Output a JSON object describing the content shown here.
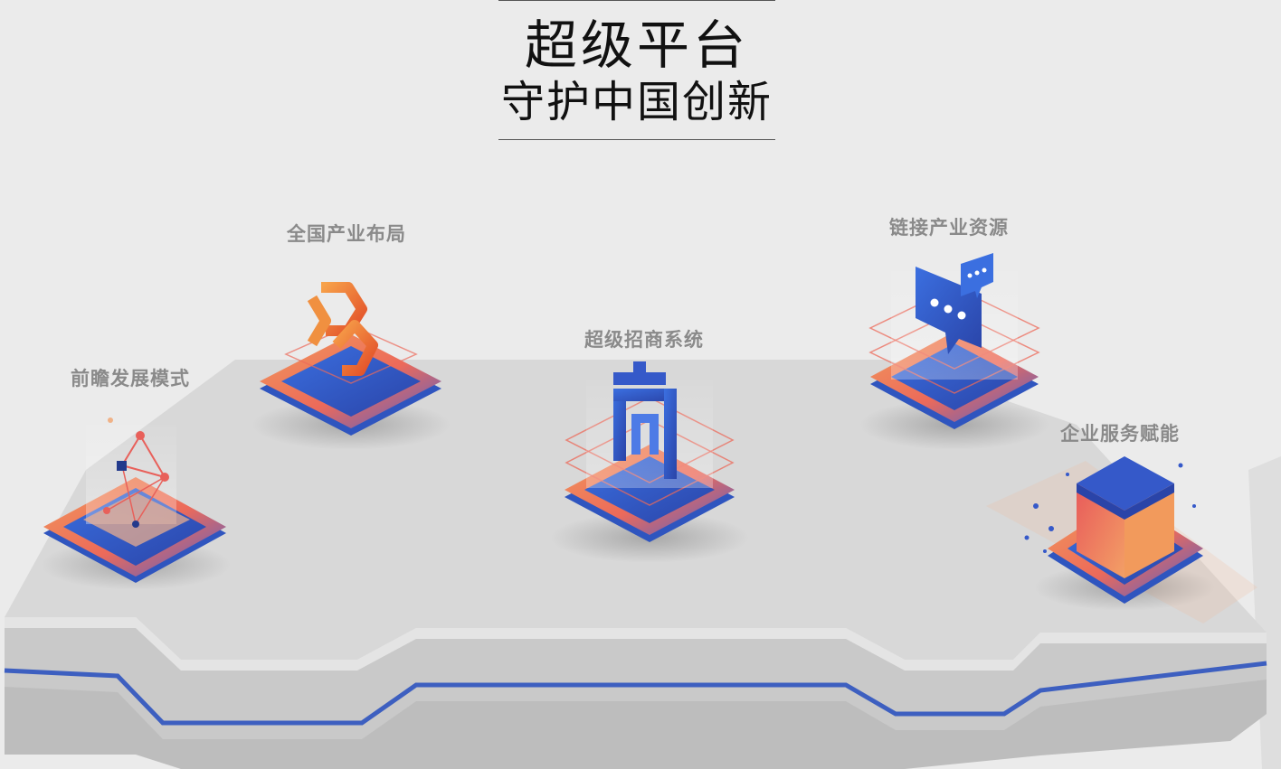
{
  "header": {
    "title": "超级平台",
    "subtitle": "守护中国创新"
  },
  "features": [
    {
      "label": "前瞻发展模式",
      "icon": "network-cube-icon"
    },
    {
      "label": "全国产业布局",
      "icon": "hexagon-chain-icon"
    },
    {
      "label": "超级招商系统",
      "icon": "shang-character-icon"
    },
    {
      "label": "链接产业资源",
      "icon": "chat-bubbles-icon"
    },
    {
      "label": "企业服务赋能",
      "icon": "gradient-cube-icon"
    }
  ],
  "colors": {
    "background": "#ebebeb",
    "platform_top": "#d7d7d7",
    "platform_side": "#c7c7c7",
    "blue_stripe": "#3d5fc0",
    "orange": "#f08a55",
    "coral": "#e8605a",
    "blue": "#2e59c4",
    "label_gray": "#8a8a8a"
  }
}
